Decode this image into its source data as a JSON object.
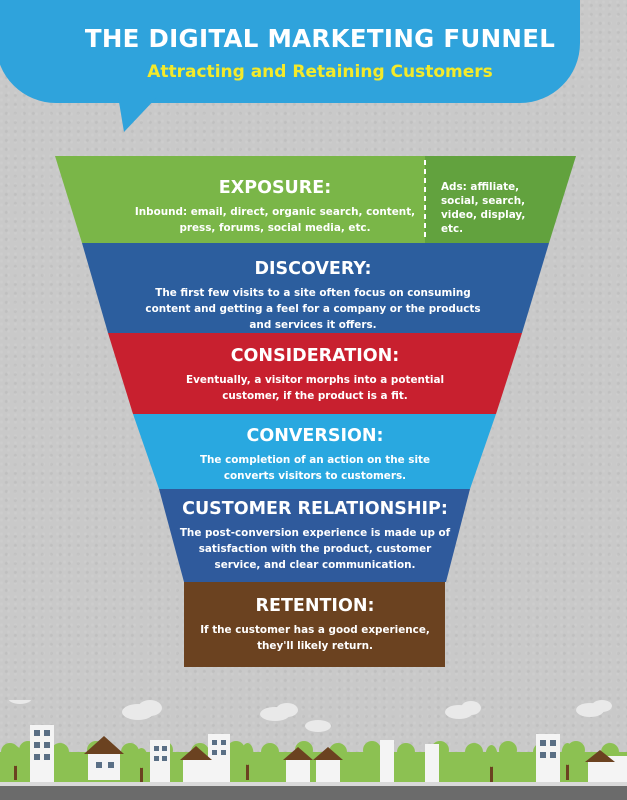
{
  "header": {
    "title": "THE DIGITAL MARKETING FUNNEL",
    "subtitle": "Attracting and Retaining Customers"
  },
  "stages": [
    {
      "heading": "EXPOSURE:",
      "body": "Inbound: email, direct, organic search, content, press, forums, social media, etc.",
      "side_note": "Ads: affiliate, social, search, video, display, etc.",
      "color": "#7ab648"
    },
    {
      "heading": "DISCOVERY:",
      "body": "The first few visits to a site often focus on consuming content and getting a feel for a company or the products and services it offers.",
      "color": "#2c5e9e"
    },
    {
      "heading": "CONSIDERATION:",
      "body": "Eventually, a visitor morphs into a potential customer, if the product is a fit.",
      "color": "#c8202f"
    },
    {
      "heading": "CONVERSION:",
      "body": "The completion of an action on the site converts visitors to customers.",
      "color": "#29a8e0"
    },
    {
      "heading": "CUSTOMER RELATIONSHIP:",
      "body": "The post-conversion experience is made up of satisfaction with the product, customer service, and clear communication.",
      "color": "#2f5a9c"
    },
    {
      "heading": "RETENTION:",
      "body": "If the customer has a good experience, they'll likely return.",
      "color": "#6b4220"
    }
  ]
}
